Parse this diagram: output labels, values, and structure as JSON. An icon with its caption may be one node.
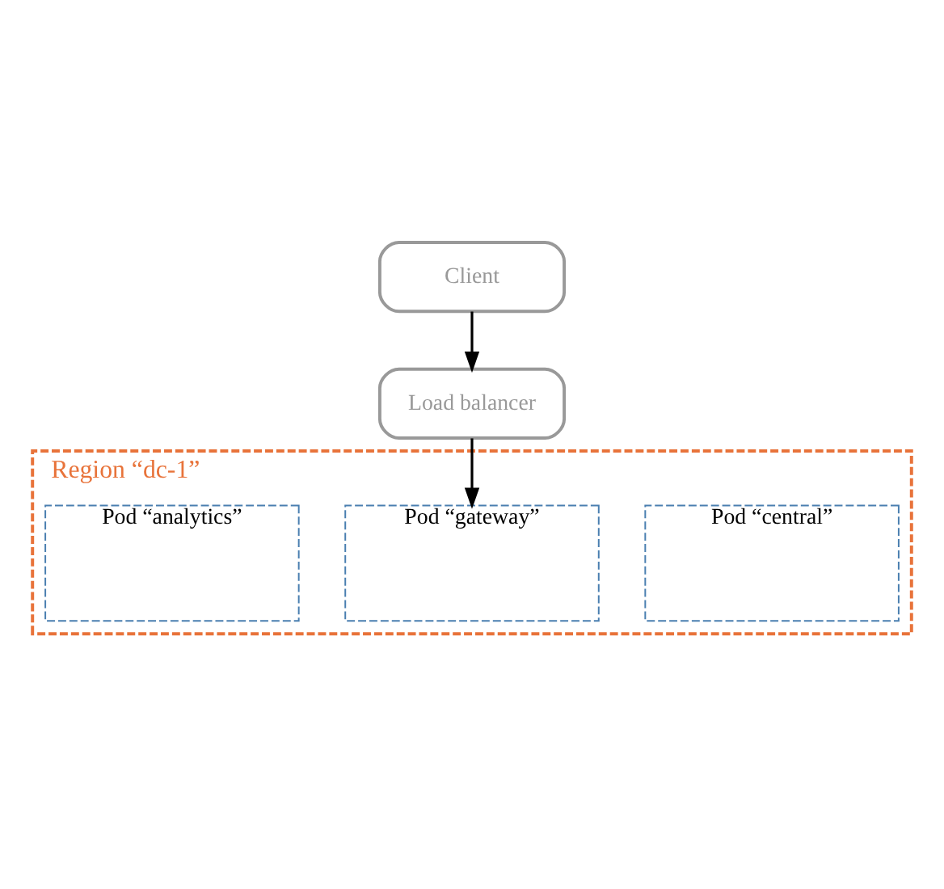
{
  "diagram": {
    "nodes": [
      {
        "text": [
          "Client"
        ]
      },
      {
        "text": [
          "Load balancer"
        ]
      },
      {
        "text": [
          "Region “dc-1”"
        ]
      },
      {
        "text": [
          "Pod “central”"
        ],
        "in": 2
      },
      {
        "text": [
          "Pod “gateway”"
        ],
        "in": 2
      },
      {
        "text": [
          "Pod “analytics”"
        ],
        "in": 2
      }
    ],
    "edges": [
      {
        "from": 0,
        "to": 1,
        "arrow": "to"
      },
      {
        "from": 1,
        "to": 4,
        "arrow": "to"
      }
    ]
  }
}
